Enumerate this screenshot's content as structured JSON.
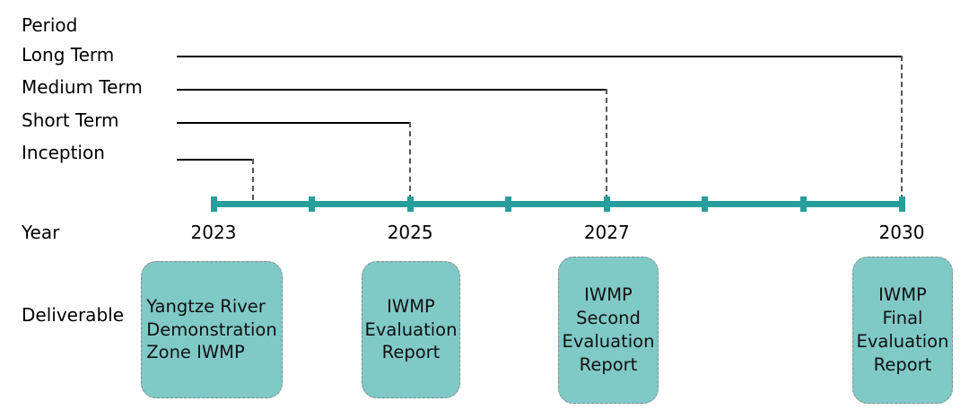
{
  "labels": {
    "period": "Period",
    "year": "Year",
    "deliverable": "Deliverable"
  },
  "colors": {
    "timeline": "#269E9C",
    "box_fill": "#7FC9C7",
    "box_border": "#8a8a8a",
    "bar_line": "#000000",
    "drop_line": "#555555"
  },
  "periods": [
    {
      "label": "Long Term",
      "start_year": 2023,
      "end_year": 2030
    },
    {
      "label": "Medium Term",
      "start_year": 2023,
      "end_year": 2027
    },
    {
      "label": "Short Term",
      "start_year": 2023,
      "end_year": 2025
    },
    {
      "label": "Inception",
      "start_year": 2023,
      "end_year": 2023.4
    }
  ],
  "timeline": {
    "start_year": 2023,
    "end_year": 2030,
    "ticks": [
      2023,
      2024,
      2025,
      2026,
      2027,
      2028,
      2029,
      2030
    ],
    "visible_year_labels": [
      "2023",
      "2025",
      "2027",
      "2030"
    ]
  },
  "deliverables": [
    {
      "text": "Yangtze River\nDemonstration\nZone IWMP",
      "align": "left"
    },
    {
      "text": "IWMP\nEvaluation\nReport",
      "align": "center"
    },
    {
      "text": "IWMP\nSecond\nEvaluation\nReport",
      "align": "center"
    },
    {
      "text": "IWMP\nFinal\nEvaluation\nReport",
      "align": "center"
    }
  ]
}
